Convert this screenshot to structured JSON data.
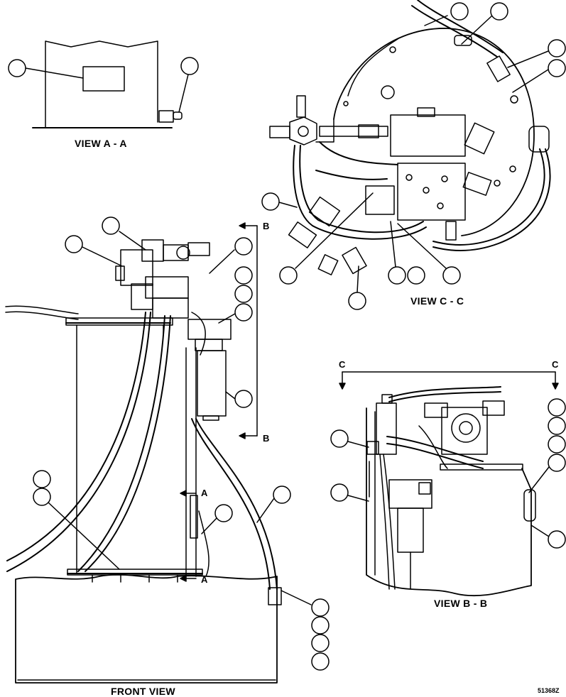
{
  "views": {
    "view_a": "VIEW A - A",
    "view_b": "VIEW B - B",
    "view_c": "VIEW C - C",
    "front": "FRONT VIEW"
  },
  "section_marks": {
    "a_top": "A",
    "a_bottom": "A",
    "b_top": "B",
    "b_bottom": "B",
    "c_left": "C",
    "c_right": "C"
  },
  "figure_number": "51368Z",
  "callout_count": 34
}
